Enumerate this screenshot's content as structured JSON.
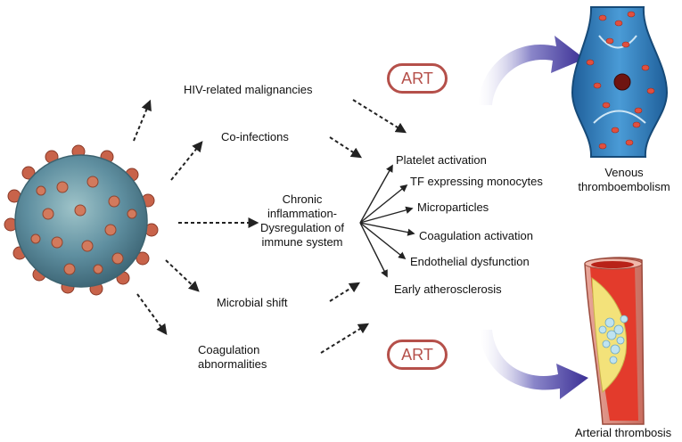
{
  "causes": {
    "malignancies": "HIV-related malignancies",
    "coinfections": "Co-infections",
    "inflammation_line1": "Chronic",
    "inflammation_line2": "inflammation-",
    "inflammation_line3": "Dysregulation of",
    "inflammation_line4": "immune system",
    "microbial": "Microbial shift",
    "coag_line1": "Coagulation",
    "coag_line2": "abnormalities"
  },
  "mechanisms": [
    "Platelet activation",
    "TF expressing monocytes",
    "Microparticles",
    "Coagulation activation",
    "Endothelial dysfunction",
    "Early atherosclerosis"
  ],
  "art": {
    "top": "ART",
    "bottom": "ART"
  },
  "outcomes": {
    "venous_line1": "Venous",
    "venous_line2": "thromboembolism",
    "arterial": "Arterial thrombosis"
  },
  "colors": {
    "art_border": "#b5504a",
    "curved_arrow": "#4a3fa0",
    "vein_blue": "#3f86c2",
    "blood_red": "#d9443a",
    "plaque_yellow": "#f3e27a",
    "virus_body": "#5f8fa0",
    "virus_spike": "#c8634a"
  }
}
